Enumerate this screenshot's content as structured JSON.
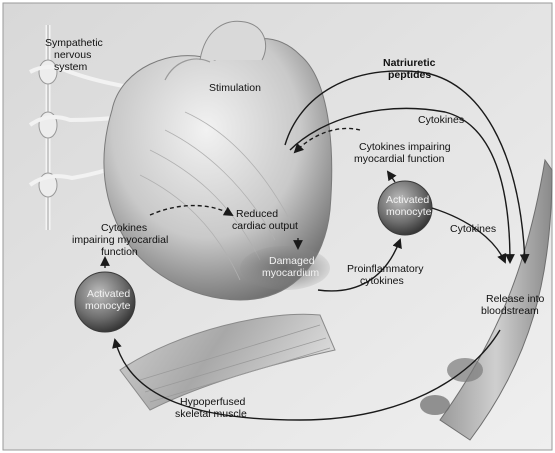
{
  "labels": {
    "sympathetic": [
      "Sympathetic",
      "nervous",
      "system"
    ],
    "stimulation": "Stimulation",
    "natriuretic": [
      "Natriuretic",
      "peptides"
    ],
    "cytokines_top": "Cytokines",
    "cytokines_impairing_right": [
      "Cytokines impairing",
      "myocardial function"
    ],
    "activated_monocyte_right": [
      "Activated",
      "monocyte"
    ],
    "cytokines_right": "Cytokines",
    "cytokines_impairing_left": [
      "Cytokines",
      "impairing myocardial",
      "function"
    ],
    "reduced_output": [
      "Reduced",
      "cardiac output"
    ],
    "damaged_myocardium": [
      "Damaged",
      "myocardium"
    ],
    "proinflammatory": [
      "Proinflammatory",
      "cytokines"
    ],
    "activated_monocyte_left": [
      "Activated",
      "monocyte"
    ],
    "release": [
      "Release into",
      "bloodstream"
    ],
    "hypoperfused": [
      "Hypoperfused",
      "skeletal muscle"
    ]
  }
}
